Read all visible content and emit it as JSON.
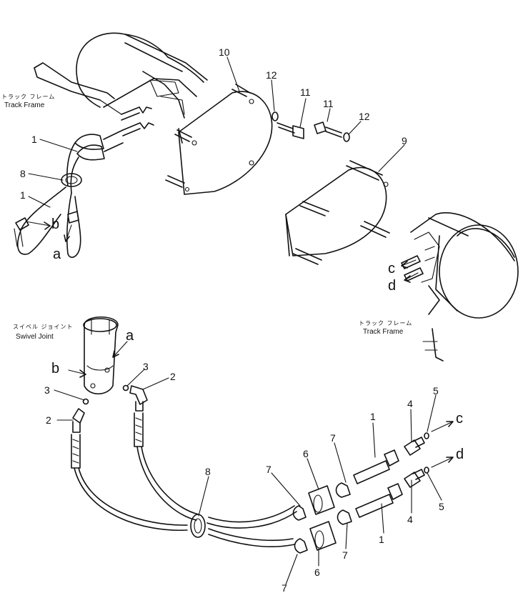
{
  "frame_left": {
    "jp": "トラック フレーム",
    "en": "Track Frame"
  },
  "frame_right": {
    "jp": "トラック フレーム",
    "en": "Track Frame"
  },
  "swivel": {
    "jp": "スイベル ジョイント",
    "en": "Swivel Joint"
  },
  "callouts": {
    "p1": "1",
    "p2": "2",
    "p3": "3",
    "p4": "4",
    "p5": "5",
    "p6": "6",
    "p7": "7",
    "p8": "8",
    "p9": "9",
    "p10": "10",
    "p11": "11",
    "p12": "12"
  },
  "connections": {
    "a": "a",
    "b": "b",
    "c": "c",
    "d": "d"
  }
}
